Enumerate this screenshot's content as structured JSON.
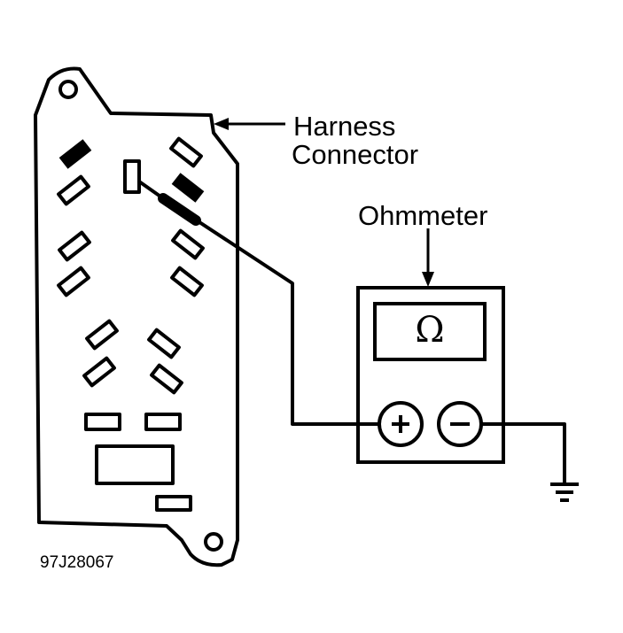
{
  "labels": {
    "harness_line1": "Harness",
    "harness_line2": "Connector",
    "ohmmeter": "Ohmmeter",
    "figure_id": "97J28067"
  },
  "meter": {
    "display_symbol": "Ω",
    "positive_symbol": "+",
    "negative_symbol": "−"
  },
  "icons": [
    "harness-connector-icon",
    "ohmmeter-icon",
    "ground-symbol-icon",
    "probe-icon"
  ],
  "colors": {
    "ink": "#000000",
    "background": "#ffffff"
  }
}
